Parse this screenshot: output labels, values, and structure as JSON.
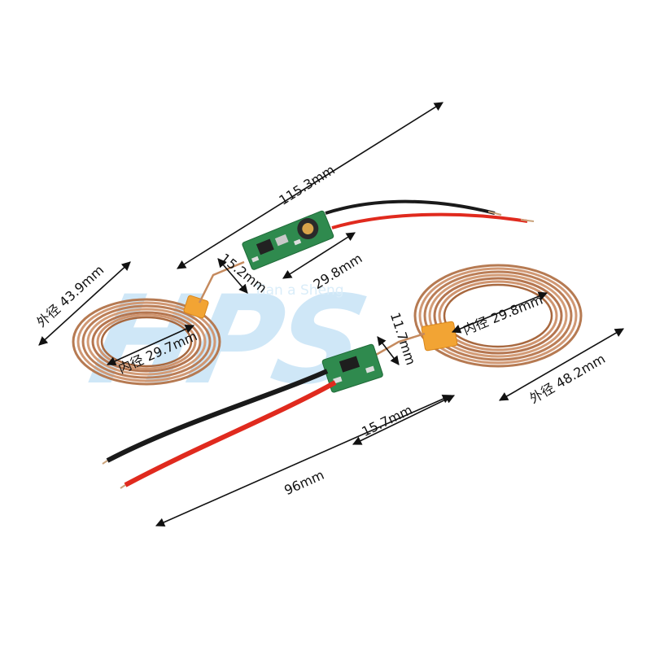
{
  "watermark": {
    "brand": "HPS",
    "caption": "Tian a Sheng"
  },
  "dimensions": {
    "tx_total_length": "115.3mm",
    "tx_board_width": "15.2mm",
    "tx_board_length": "29.8mm",
    "tx_coil_outer": "外径 43.9mm",
    "tx_coil_inner": "内径 29.7mm",
    "rx_board_height": "11.7mm",
    "rx_coil_inner": "内径 29.8mm",
    "rx_coil_outer": "外径 48.2mm",
    "rx_board_length": "15.7mm",
    "rx_total_length": "96mm"
  },
  "colors": {
    "copper": "#c98a5e",
    "copper_dark": "#9c5a35",
    "pcb_green": "#2f8a4e",
    "wire_red": "#e02a1e",
    "wire_black": "#1a1a1a",
    "tape_orange": "#f0a030",
    "watermark": "#9fd0f2"
  }
}
